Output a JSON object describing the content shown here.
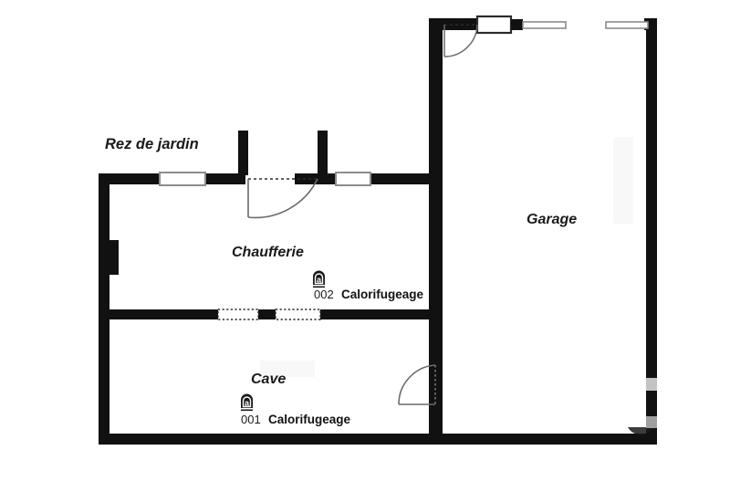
{
  "plan": {
    "title_floor": "Rez de jardin",
    "rooms": [
      {
        "id": "chaufferie",
        "label": "Chaufferie"
      },
      {
        "id": "cave",
        "label": "Cave"
      },
      {
        "id": "garage",
        "label": "Garage"
      }
    ],
    "annotations": [
      {
        "id": "anno-002",
        "number": "002",
        "text": "Calorifugeage",
        "icon": "plaque-marker-icon",
        "icon_letter": "a"
      },
      {
        "id": "anno-001",
        "number": "001",
        "text": "Calorifugeage",
        "icon": "plaque-marker-icon",
        "icon_letter": "a"
      }
    ],
    "colors": {
      "wall": "#111111",
      "window_fill": "#ffffff",
      "window_stroke": "#8c8c8c",
      "door_swing": "#4d4d4d",
      "background": "#ffffff",
      "text": "#1a1a1a"
    },
    "elements": {
      "windows": [
        "window-top-left",
        "window-top-right",
        "window-garage-top",
        "window-garage-top-right"
      ],
      "doors": [
        "door-chaufferie-entry",
        "door-garage-top",
        "door-cave-to-garage"
      ],
      "openings": [
        "opening-chaufferie-cave-left",
        "opening-chaufferie-cave-right"
      ],
      "fixtures": [
        "wall-pilaster-left"
      ]
    }
  }
}
